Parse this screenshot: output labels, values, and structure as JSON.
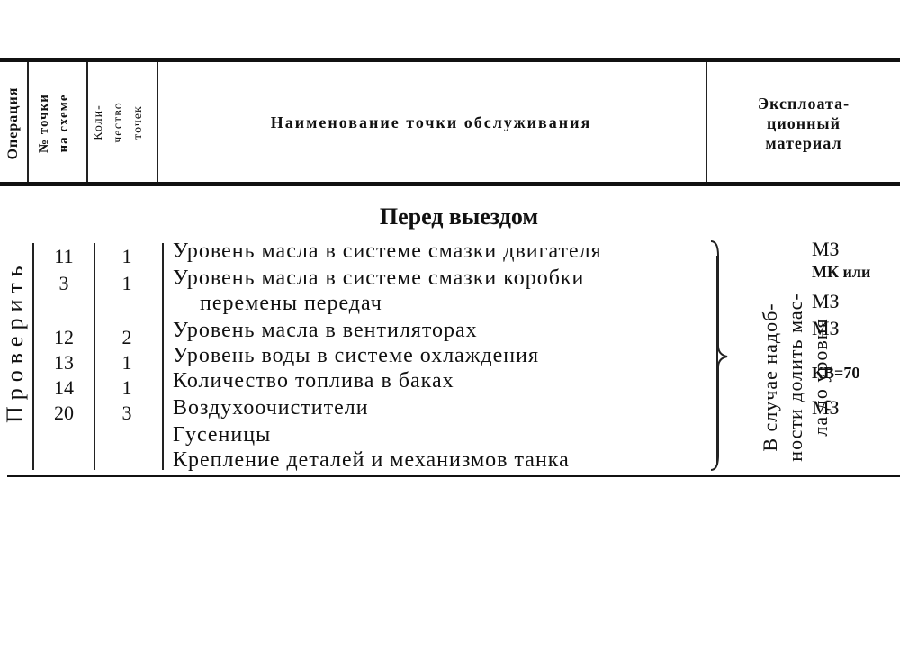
{
  "header": {
    "col_operation": "Операция",
    "col_point_no_line1": "№ точки",
    "col_point_no_line2": "на схеме",
    "col_count_line1": "Коли-",
    "col_count_line2": "чество",
    "col_count_line3": "точек",
    "col_name": "Наименование точки обслуживания",
    "col_material_line1": "Эксплоата-",
    "col_material_line2": "ционный",
    "col_material_line3": "материал"
  },
  "section_title": "Перед выездом",
  "operation": "Проверить",
  "rows": [
    {
      "point": "11",
      "count": "1",
      "name": "Уровень масла в системе смазки двигателя"
    },
    {
      "point": "3",
      "count": "1",
      "name": "Уровень масла в системе смазки коробки"
    },
    {
      "point": "",
      "count": "",
      "name": "перемены передач"
    },
    {
      "point": "12",
      "count": "2",
      "name": "Уровень масла в вентиляторах"
    },
    {
      "point": "13",
      "count": "1",
      "name": "Уровень воды в системе охлаждения"
    },
    {
      "point": "14",
      "count": "1",
      "name": "Количество топлива в баках"
    },
    {
      "point": "20",
      "count": "3",
      "name": "Воздухоочистители"
    },
    {
      "point": "",
      "count": "",
      "name": "Гусеницы"
    },
    {
      "point": "",
      "count": "",
      "name": "Крепление деталей и механизмов танка"
    }
  ],
  "note_line1": "В случае надоб-",
  "note_line2": "ности долить мас-",
  "note_line3": "ла до уровня",
  "materials": [
    "МЗ",
    "МК или",
    "МЗ",
    "МЗ",
    "КВ=70",
    "МЗ"
  ]
}
